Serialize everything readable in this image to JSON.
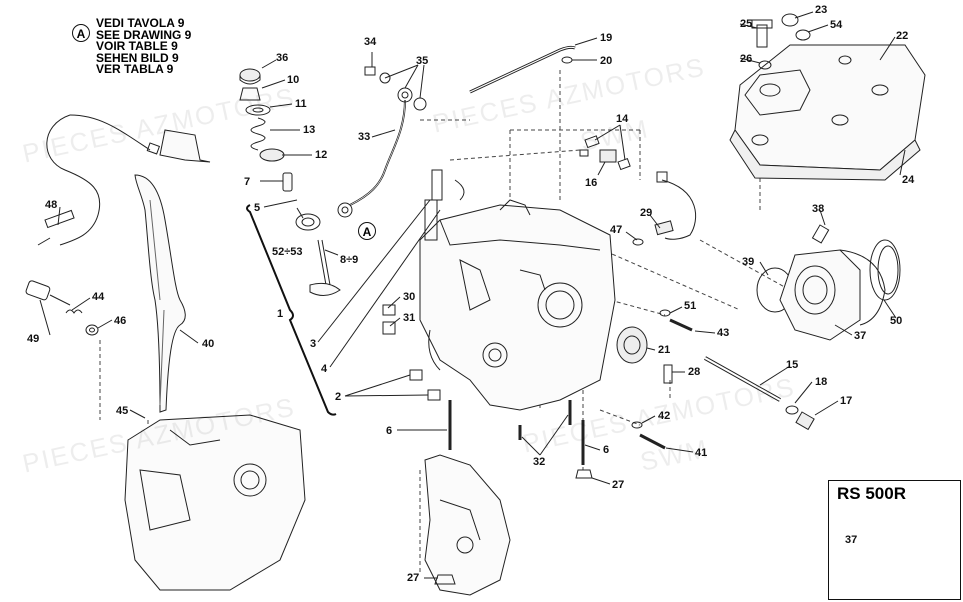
{
  "reference": {
    "marker": "A",
    "lines": [
      "VEDI TAVOLA 9",
      "SEE DRAWING 9",
      "VOIR TABLE 9",
      "SEHEN BILD 9",
      "VER TABLA 9"
    ]
  },
  "watermark": {
    "line1": "PIECES AZMOTORS",
    "line2": "SWM"
  },
  "inset": {
    "title": "RS 500R",
    "part": "37"
  },
  "callouts": [
    {
      "label": "36"
    },
    {
      "label": "10"
    },
    {
      "label": "11"
    },
    {
      "label": "13"
    },
    {
      "label": "12"
    },
    {
      "label": "7"
    },
    {
      "label": "5"
    },
    {
      "label": "52÷53"
    },
    {
      "label": "8÷9"
    },
    {
      "label": "34"
    },
    {
      "label": "35"
    },
    {
      "label": "33"
    },
    {
      "label": "19"
    },
    {
      "label": "20"
    },
    {
      "label": "14"
    },
    {
      "label": "16"
    },
    {
      "label": "25"
    },
    {
      "label": "23"
    },
    {
      "label": "54"
    },
    {
      "label": "22"
    },
    {
      "label": "26"
    },
    {
      "label": "24"
    },
    {
      "label": "48"
    },
    {
      "label": "44"
    },
    {
      "label": "49"
    },
    {
      "label": "46"
    },
    {
      "label": "40"
    },
    {
      "label": "45"
    },
    {
      "label": "1"
    },
    {
      "label": "3"
    },
    {
      "label": "4"
    },
    {
      "label": "2"
    },
    {
      "label": "30"
    },
    {
      "label": "31"
    },
    {
      "label": "6"
    },
    {
      "label": "32"
    },
    {
      "label": "6"
    },
    {
      "label": "27"
    },
    {
      "label": "27"
    },
    {
      "label": "47"
    },
    {
      "label": "29"
    },
    {
      "label": "38"
    },
    {
      "label": "39"
    },
    {
      "label": "50"
    },
    {
      "label": "37"
    },
    {
      "label": "51"
    },
    {
      "label": "43"
    },
    {
      "label": "21"
    },
    {
      "label": "28"
    },
    {
      "label": "15"
    },
    {
      "label": "18"
    },
    {
      "label": "17"
    },
    {
      "label": "42"
    },
    {
      "label": "41"
    }
  ]
}
